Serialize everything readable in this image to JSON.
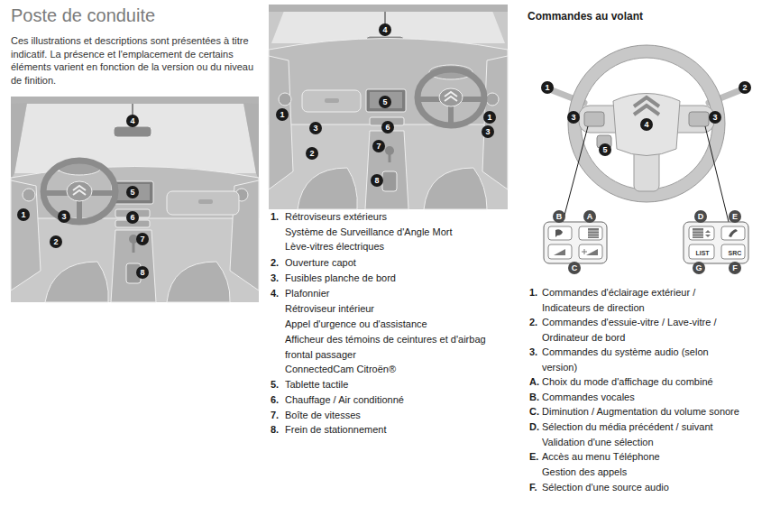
{
  "diagram": {
    "title": "Poste de conduite",
    "nodes": [
      {
        "text": [
          "4"
        ]
      },
      {
        "text": [
          "5"
        ]
      },
      {
        "text": [
          "1"
        ]
      },
      {
        "text": [
          "3"
        ]
      },
      {
        "text": [
          "6"
        ]
      },
      {
        "text": [
          "7"
        ]
      },
      {
        "text": [
          "2"
        ]
      },
      {
        "text": [
          "8"
        ]
      },
      {
        "text": [
          "4"
        ]
      },
      {
        "text": [
          "5"
        ]
      },
      {
        "text": [
          "1"
        ]
      },
      {
        "text": [
          "1"
        ]
      },
      {
        "text": [
          "6"
        ]
      },
      {
        "text": [
          "3"
        ]
      },
      {
        "text": [
          "3"
        ]
      },
      {
        "text": [
          "7"
        ]
      },
      {
        "text": [
          "2"
        ]
      },
      {
        "text": [
          "8"
        ]
      },
      {
        "text": [
          "1"
        ]
      },
      {
        "text": [
          "2"
        ]
      },
      {
        "text": [
          "3"
        ]
      },
      {
        "text": [
          "3"
        ]
      },
      {
        "text": [
          "4"
        ]
      },
      {
        "text": [
          "5"
        ]
      },
      {
        "text": [
          "B"
        ]
      },
      {
        "text": [
          "A"
        ]
      },
      {
        "text": [
          "D"
        ]
      },
      {
        "text": [
          "E"
        ]
      },
      {
        "text": [
          "C"
        ]
      },
      {
        "text": [
          "G"
        ]
      },
      {
        "text": [
          "F"
        ]
      }
    ],
    "labels": [
      "Ces illustrations et descriptions sont présentées à titre indicatif. La présence et l'emplacement de certains éléments varient en fonction de la version ou du niveau de finition.",
      "1.",
      "Rétroviseurs extérieurs",
      "Système de Surveillance d'Angle Mort",
      "Lève-vitres électriques",
      "2.",
      "Ouverture capot",
      "3.",
      "Fusibles planche de bord",
      "4.",
      "Plafonnier",
      "Rétroviseur intérieur",
      "Appel d'urgence ou d'assistance",
      "Afficheur des témoins de ceintures et d'airbag frontal passager",
      "ConnectedCam Citroën®",
      "5.",
      "Tablette tactile",
      "6.",
      "Chauffage / Air conditionné",
      "7.",
      "Boîte de vitesses",
      "8.",
      "Frein de stationnement",
      "Commandes au volant",
      "LIST",
      "SRC",
      "1.",
      "Commandes d'éclairage extérieur / Indicateurs de direction",
      "2.",
      "Commandes d'essuie-vitre / Lave-vitre / Ordinateur de bord",
      "3.",
      "Commandes du système audio (selon version)",
      "A.",
      "Choix du mode d'affichage du combiné",
      "B.",
      "Commandes vocales",
      "C.",
      "Diminution / Augmentation du volume sonore",
      "D.",
      "Sélection du média précédent / suivant",
      "Validation d'une sélection",
      "E.",
      "Accès au menu Téléphone",
      "Gestion des appels",
      "F.",
      "Sélection d'une source audio"
    ]
  }
}
